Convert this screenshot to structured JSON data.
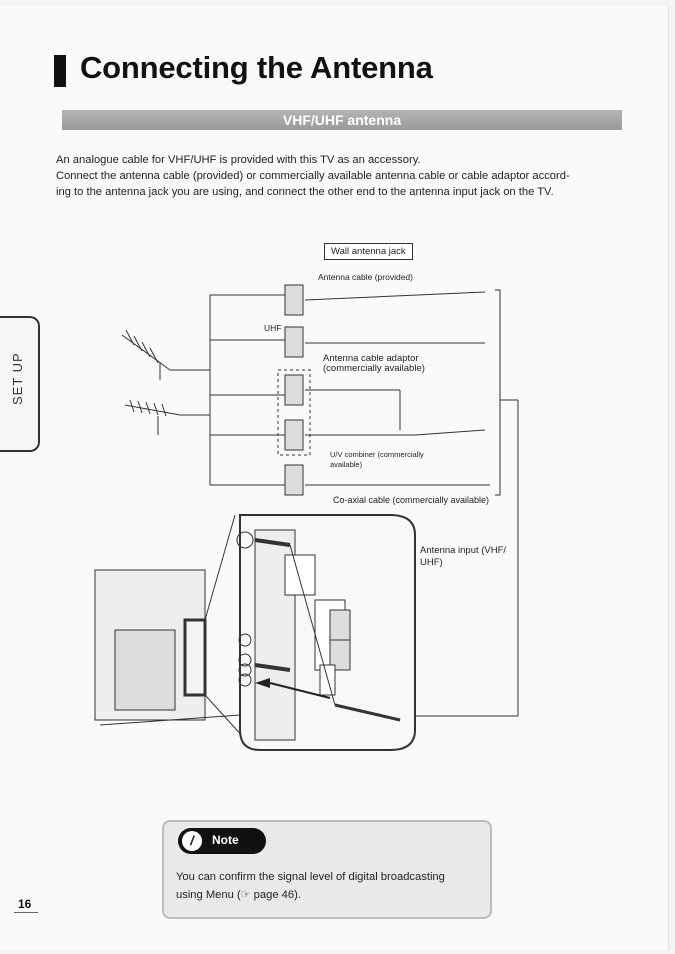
{
  "page": {
    "title": "Connecting the Antenna",
    "section_heading": "VHF/UHF antenna",
    "intro_line1": "An analogue cable for VHF/UHF is provided with this TV as an accessory.",
    "intro_line2": "Connect the antenna cable (provided) or commercially available antenna cable or cable adaptor accord-",
    "intro_line3": "ing to the antenna jack you are using, and connect the other end to the antenna input jack on the TV.",
    "side_tab": "SET UP",
    "page_number": "16"
  },
  "diagram": {
    "wall_jack": "Wall antenna jack",
    "antenna_cable": "Antenna cable (provided)",
    "uhf": "UHF",
    "adaptor_line1": "Antenna cable adaptor",
    "adaptor_line2": "(commercially available)",
    "combiner_line1": "U/V combiner (commercially",
    "combiner_line2": "available)",
    "coaxial": "Co-axial cable (commercially available)",
    "antenna_input_line1": "Antenna input (VHF/",
    "antenna_input_line2": "UHF)"
  },
  "note": {
    "label": "Note",
    "text_line1": "You can confirm the signal level of digital broadcasting",
    "text_line2_pre": "using Menu (",
    "text_line2_post": " page 46)."
  }
}
